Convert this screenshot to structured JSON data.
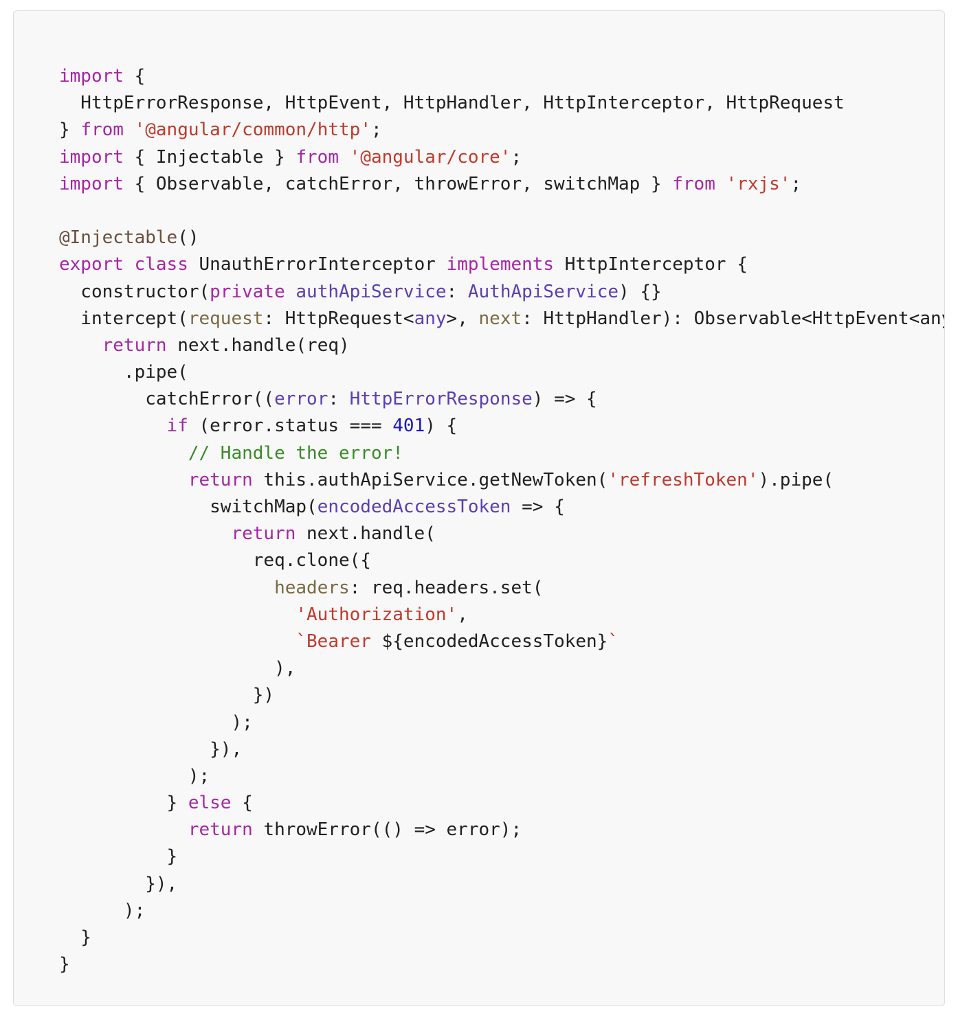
{
  "colors": {
    "default": "#1f1f1f",
    "keyword": "#a626a4",
    "string": "#c0392b",
    "decorator": "#6b4e3d",
    "param": "#7a6a40",
    "type": "#5a3fb0",
    "number": "#1a1ab8",
    "comment": "#3a8a2a",
    "background": "#f8f8f8",
    "border": "#dedede"
  },
  "code_lines": [
    [
      [
        "keyword",
        "import"
      ],
      [
        "default",
        " {"
      ]
    ],
    [
      [
        "default",
        "  HttpErrorResponse, HttpEvent, HttpHandler, HttpInterceptor, HttpRequest"
      ]
    ],
    [
      [
        "default",
        "} "
      ],
      [
        "keyword",
        "from"
      ],
      [
        "default",
        " "
      ],
      [
        "string",
        "'@angular/common/http'"
      ],
      [
        "default",
        ";"
      ]
    ],
    [
      [
        "keyword",
        "import"
      ],
      [
        "default",
        " { Injectable } "
      ],
      [
        "keyword",
        "from"
      ],
      [
        "default",
        " "
      ],
      [
        "string",
        "'@angular/core'"
      ],
      [
        "default",
        ";"
      ]
    ],
    [
      [
        "keyword",
        "import"
      ],
      [
        "default",
        " { Observable, catchError, throwError, switchMap } "
      ],
      [
        "keyword",
        "from"
      ],
      [
        "default",
        " "
      ],
      [
        "string",
        "'rxjs'"
      ],
      [
        "default",
        ";"
      ]
    ],
    [],
    [
      [
        "decorator",
        "@Injectable"
      ],
      [
        "default",
        "()"
      ]
    ],
    [
      [
        "keyword",
        "export"
      ],
      [
        "default",
        " "
      ],
      [
        "keyword",
        "class"
      ],
      [
        "default",
        " UnauthErrorInterceptor "
      ],
      [
        "keyword",
        "implements"
      ],
      [
        "default",
        " HttpInterceptor {"
      ]
    ],
    [
      [
        "default",
        "  constructor("
      ],
      [
        "keyword",
        "private"
      ],
      [
        "default",
        " "
      ],
      [
        "type",
        "authApiService"
      ],
      [
        "default",
        ": "
      ],
      [
        "type",
        "AuthApiService"
      ],
      [
        "default",
        ") {}"
      ]
    ],
    [
      [
        "default",
        "  intercept("
      ],
      [
        "param",
        "request"
      ],
      [
        "default",
        ": HttpRequest<"
      ],
      [
        "type",
        "any"
      ],
      [
        "default",
        ">, "
      ],
      [
        "param",
        "next"
      ],
      [
        "default",
        ": HttpHandler): Observable<HttpEvent<any>> {"
      ]
    ],
    [
      [
        "default",
        "    "
      ],
      [
        "keyword",
        "return"
      ],
      [
        "default",
        " next.handle(req)"
      ]
    ],
    [
      [
        "default",
        "      .pipe("
      ]
    ],
    [
      [
        "default",
        "        catchError(("
      ],
      [
        "type",
        "error"
      ],
      [
        "default",
        ": "
      ],
      [
        "type",
        "HttpErrorResponse"
      ],
      [
        "default",
        ") => {"
      ]
    ],
    [
      [
        "default",
        "          "
      ],
      [
        "keyword",
        "if"
      ],
      [
        "default",
        " (error.status === "
      ],
      [
        "number",
        "401"
      ],
      [
        "default",
        ") {"
      ]
    ],
    [
      [
        "default",
        "            "
      ],
      [
        "comment",
        "// Handle the error!"
      ]
    ],
    [
      [
        "default",
        "            "
      ],
      [
        "keyword",
        "return"
      ],
      [
        "default",
        " this.authApiService.getNewToken("
      ],
      [
        "string",
        "'refreshToken'"
      ],
      [
        "default",
        ").pipe("
      ]
    ],
    [
      [
        "default",
        "              switchMap("
      ],
      [
        "type",
        "encodedAccessToken"
      ],
      [
        "default",
        " => {"
      ]
    ],
    [
      [
        "default",
        "                "
      ],
      [
        "keyword",
        "return"
      ],
      [
        "default",
        " next.handle("
      ]
    ],
    [
      [
        "default",
        "                  req.clone({"
      ]
    ],
    [
      [
        "default",
        "                    "
      ],
      [
        "param",
        "headers"
      ],
      [
        "default",
        ": req.headers.set("
      ]
    ],
    [
      [
        "default",
        "                      "
      ],
      [
        "string",
        "'Authorization'"
      ],
      [
        "default",
        ","
      ]
    ],
    [
      [
        "default",
        "                      "
      ],
      [
        "string",
        "`Bearer "
      ],
      [
        "default",
        "${encodedAccessToken}"
      ],
      [
        "string",
        "`"
      ]
    ],
    [
      [
        "default",
        "                    ),"
      ]
    ],
    [
      [
        "default",
        "                  })"
      ]
    ],
    [
      [
        "default",
        "                );"
      ]
    ],
    [
      [
        "default",
        "              }),"
      ]
    ],
    [
      [
        "default",
        "            );"
      ]
    ],
    [
      [
        "default",
        "          } "
      ],
      [
        "keyword",
        "else"
      ],
      [
        "default",
        " {"
      ]
    ],
    [
      [
        "default",
        "            "
      ],
      [
        "keyword",
        "return"
      ],
      [
        "default",
        " throwError(() => error);"
      ]
    ],
    [
      [
        "default",
        "          }"
      ]
    ],
    [
      [
        "default",
        "        }),"
      ]
    ],
    [
      [
        "default",
        "      );"
      ]
    ],
    [
      [
        "default",
        "  }"
      ]
    ],
    [
      [
        "default",
        "}"
      ]
    ]
  ]
}
